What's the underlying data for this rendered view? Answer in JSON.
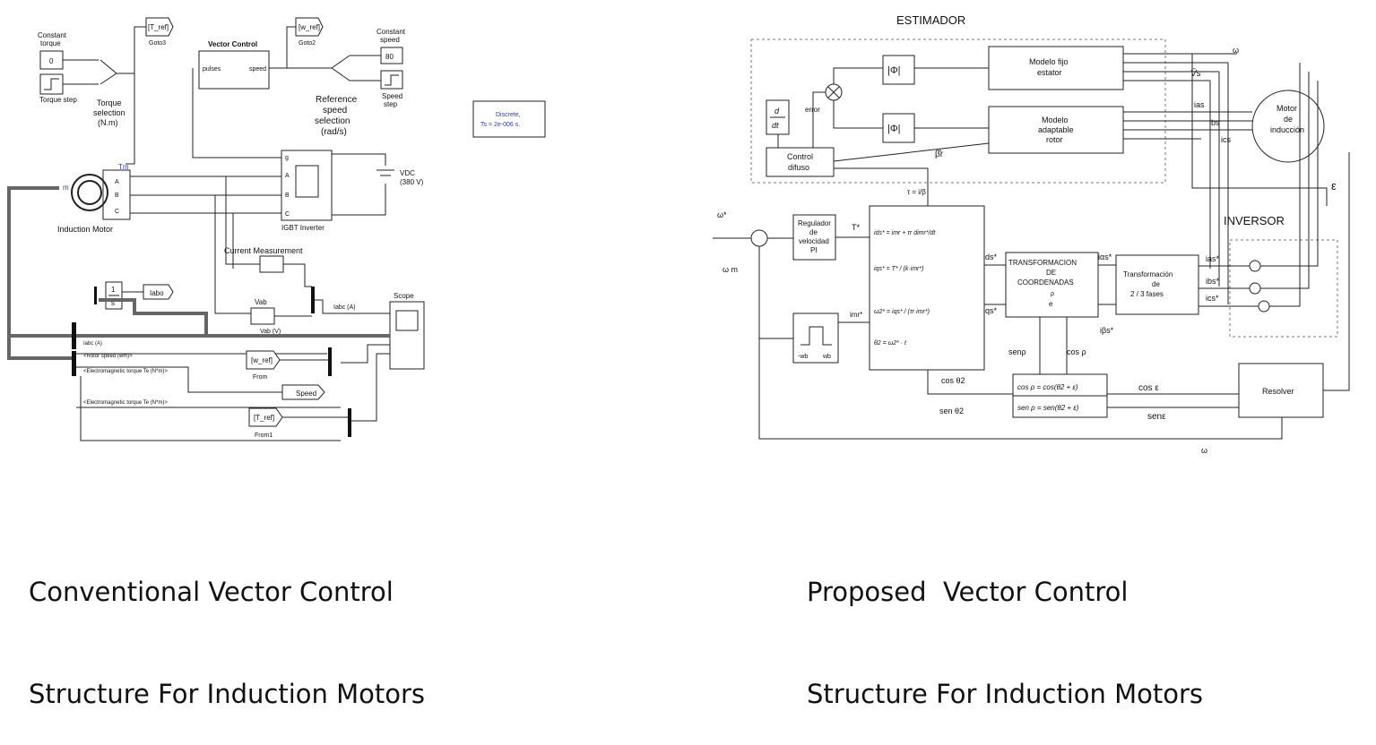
{
  "left": {
    "caption": [
      "Conventional Vector Control",
      "Structure For Induction Motors"
    ],
    "blocks": {
      "constant_torque": {
        "label": [
          "Constant",
          "torque"
        ],
        "value": "0"
      },
      "torque_step": "Torque step",
      "torque_selection": [
        "Torque",
        "selection",
        "(N.m)"
      ],
      "goto3": {
        "tag": "[T_ref]",
        "label": "Goto3"
      },
      "vector_control": {
        "title": "Vector Control",
        "in": "pulses",
        "out": "speed"
      },
      "goto2": {
        "tag": "[w_ref]",
        "label": "Goto2"
      },
      "constant_speed": {
        "label": [
          "Constant",
          "speed"
        ],
        "value": "80"
      },
      "speed_step": [
        "Speed",
        "step"
      ],
      "reference_speed": [
        "Reference",
        "speed",
        "selection",
        "(rad/s)"
      ],
      "discrete": [
        "Discrete,",
        "Ts = 2e-006 s."
      ],
      "induction_motor": {
        "label": "Induction Motor",
        "tm": "Tm",
        "m": "m",
        "ports": [
          "A",
          "B",
          "C"
        ]
      },
      "igbt_inverter": {
        "label": "IGBT Inverter",
        "ports": [
          "g",
          "A",
          "B",
          "C"
        ]
      },
      "vdc": [
        "VDC",
        "(380 V)"
      ],
      "current_measurement": "Current Measurement",
      "iabo": "Iabo",
      "vab": [
        "Vab",
        "Vab (V)"
      ],
      "iabc": "Iabc (A)",
      "scope": "Scope",
      "bus_labels": [
        "Iabc (A)",
        "<Rotor speed (wm)>",
        "<Electromagnetic torque Te (N*m)>",
        "<Electromagnetic torque Te (N*m)>"
      ],
      "from": {
        "tag": "[w_ref]",
        "label": "From"
      },
      "speed": "Speed",
      "from1": {
        "tag": "[T_ref]",
        "label": "From1"
      },
      "gain": [
        "1",
        "s"
      ]
    }
  },
  "right": {
    "caption": [
      "Proposed  Vector Control",
      "Structure For Induction Motors"
    ],
    "blocks": {
      "estimador": "ESTIMADOR",
      "inversor": "INVERSOR",
      "modelo_fijo": [
        "Modelo fijo",
        "estator"
      ],
      "modelo_adaptable": [
        "Modelo",
        "adaptable",
        "rotor"
      ],
      "motor": [
        "Motor",
        "de",
        "inducción"
      ],
      "control_difuso": [
        "Control",
        "difuso"
      ],
      "regulador": [
        "Regulador",
        "de",
        "velocidad",
        "PI"
      ],
      "transformacion_coord": [
        "TRANSFORMACION",
        "DE",
        "COORDENADAS"
      ],
      "transformacion_fases": [
        "Transformación",
        "de",
        "2  / 3 fases"
      ],
      "resolver": "Resolver",
      "error": "error",
      "phi": "|Φ|",
      "beta": "β̂r",
      "tau": "τ = i/β",
      "vs": "V̄s",
      "iabs": [
        "ias",
        "ibs",
        "ics"
      ],
      "iabs_star": [
        "ias*",
        "ibs*",
        "ics*"
      ],
      "ids": "ids*",
      "iqs": "iqs*",
      "ias_out": "iαs*",
      "ibs_out": "iβs*",
      "t_star": "T*",
      "imr": "imr*",
      "eps": "ε",
      "cos_t2": "cos θ2",
      "sen_t2": "sen θ2",
      "sen_rho": "senρ",
      "cos_rho": "cos ρ",
      "cos_eps": "cos ε",
      "sen_eps": "senε",
      "cos_eq": "cos  ρ = cos(θ2 + ε)",
      "sen_eq": "sen  ρ = sen(θ2 + ε)",
      "omega": "ω",
      "omega_star": "ω*",
      "omega_m": "ω m",
      "limit": [
        "-wb",
        "wb"
      ],
      "eqs": [
        "ids* = imr + τr dimr*/dt",
        "iqs* = T* / (k·imr*)",
        "ω2* = iqs* / (τr·imr*)",
        "θ2 = ω2* · t"
      ],
      "rho": "ρ",
      "e": "e",
      "deriv": [
        "d",
        "dt"
      ]
    }
  }
}
